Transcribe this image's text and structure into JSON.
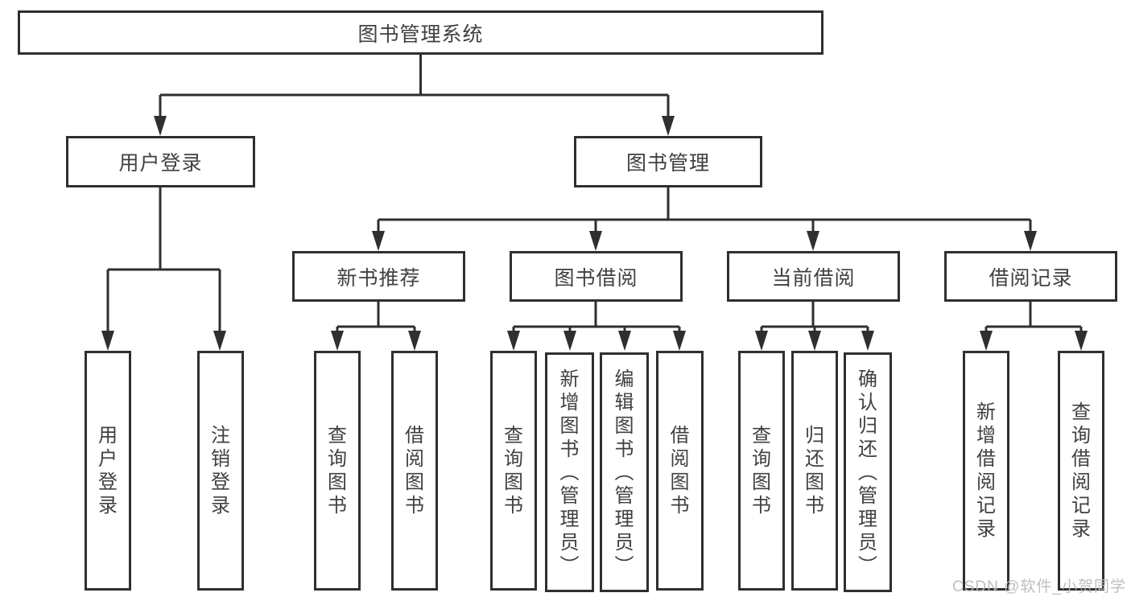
{
  "tree": {
    "label": "图书管理系统",
    "children": [
      {
        "label": "用户登录",
        "children": [
          {
            "label": "用户登录"
          },
          {
            "label": "注销登录"
          }
        ]
      },
      {
        "label": "图书管理",
        "children": [
          {
            "label": "新书推荐",
            "children": [
              {
                "label": "查询图书"
              },
              {
                "label": "借阅图书"
              }
            ]
          },
          {
            "label": "图书借阅",
            "children": [
              {
                "label": "查询图书"
              },
              {
                "label": "新增图书（管理员）"
              },
              {
                "label": "编辑图书（管理员）"
              },
              {
                "label": "借阅图书"
              }
            ]
          },
          {
            "label": "当前借阅",
            "children": [
              {
                "label": "查询图书"
              },
              {
                "label": "归还图书"
              },
              {
                "label": "确认归还（管理员）"
              }
            ]
          },
          {
            "label": "借阅记录",
            "children": [
              {
                "label": "新增借阅记录"
              },
              {
                "label": "查询借阅记录"
              }
            ]
          }
        ]
      }
    ]
  },
  "watermark": {
    "text": "CSDN @软件_小贺同学"
  },
  "colors": {
    "line": "#2f2f2f",
    "box_border": "#2f2f2f",
    "box_text": "#404040",
    "background": "#ffffff",
    "watermark_text": "#b9b9bf"
  }
}
